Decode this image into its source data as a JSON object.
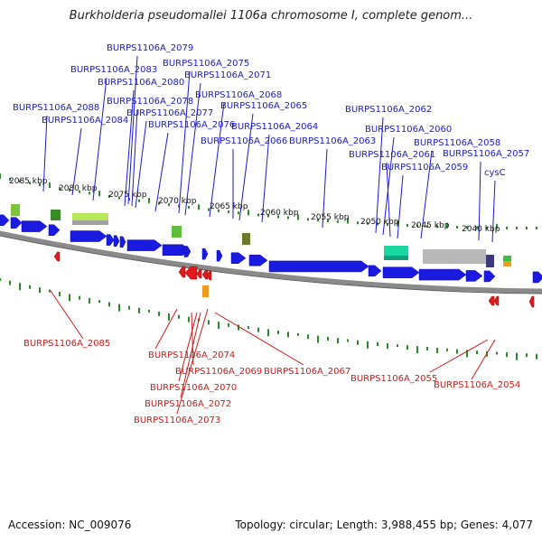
{
  "title": "Burkholderia pseudomallei 1106a chromosome I, complete genom...",
  "footer": {
    "accession": "Accession: NC_009076",
    "summary": "Topology: circular; Length: 3,988,455 bp; Genes: 4,077"
  },
  "colors": {
    "forward_gene": "#1a1ae0",
    "reverse_gene": "#e01a1a",
    "forward_label": "#1a1ad0",
    "reverse_label": "#d01a1a",
    "backbone": "#8a8a8a",
    "tick_mark": "#2a8a2a"
  },
  "scale_labels": [
    "2085 kbp",
    "2080 kbp",
    "2075 kbp",
    "2070 kbp",
    "2065 kbp",
    "2060 kbp",
    "2055 kbp",
    "2050 kbp",
    "2045 kbp",
    "2040 kbp"
  ],
  "forward_genes": [
    "BURPS1106A_2088",
    "BURPS1106A_2084",
    "BURPS1106A_2083",
    "BURPS1106A_2079",
    "BURPS1106A_2080",
    "BURPS1106A_2078",
    "BURPS1106A_2077",
    "BURPS1106A_2076",
    "BURPS1106A_2075",
    "BURPS1106A_2071",
    "BURPS1106A_2068",
    "BURPS1106A_2066",
    "BURPS1106A_2065",
    "BURPS1106A_2064",
    "BURPS1106A_2063",
    "BURPS1106A_2062",
    "BURPS1106A_2060",
    "BURPS1106A_2061",
    "BURPS1106A_2059",
    "BURPS1106A_2058",
    "BURPS1106A_2057",
    "cysC"
  ],
  "reverse_genes": [
    "BURPS1106A_2085",
    "BURPS1106A_2074",
    "BURPS1106A_2069",
    "BURPS1106A_2067",
    "BURPS1106A_2070",
    "BURPS1106A_2072",
    "BURPS1106A_2073",
    "BURPS1106A_2055",
    "BURPS1106A_2054"
  ]
}
